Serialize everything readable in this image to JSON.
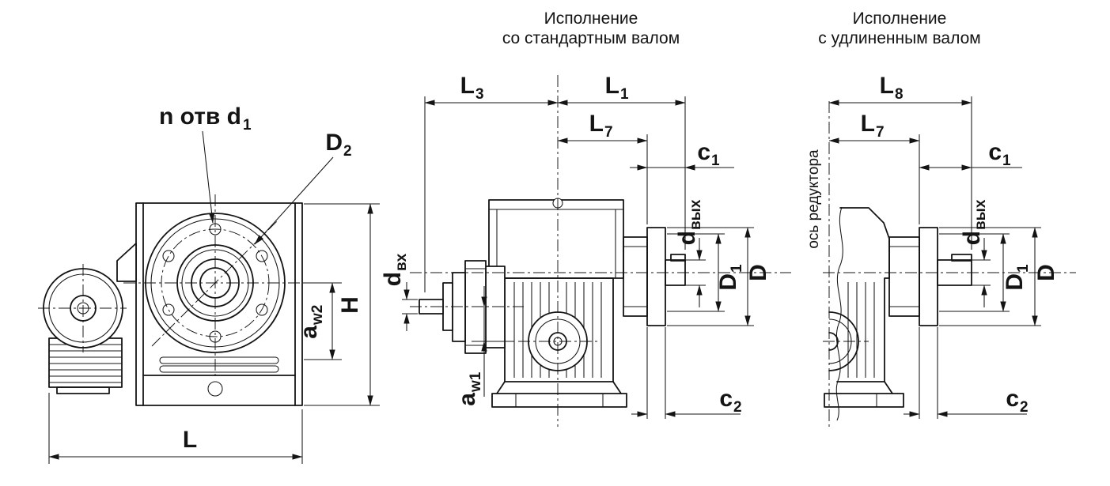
{
  "captions": {
    "standard": {
      "line1": "Исполнение",
      "line2": "со стандартным валом"
    },
    "extended": {
      "line1": "Исполнение",
      "line2": "с удлиненным валом"
    }
  },
  "labels": {
    "holes": {
      "base": "n отв d",
      "sub": "1"
    },
    "d2": {
      "base": "D",
      "sub": "2"
    },
    "aw2": {
      "base": "a",
      "sub": "w2"
    },
    "aw1": {
      "base": "a",
      "sub": "w1"
    },
    "h": "H",
    "l": "L",
    "l3": {
      "base": "L",
      "sub": "3"
    },
    "l1": {
      "base": "L",
      "sub": "1"
    },
    "l7": {
      "base": "L",
      "sub": "7"
    },
    "l8": {
      "base": "L",
      "sub": "8"
    },
    "c1": {
      "base": "c",
      "sub": "1"
    },
    "c2": {
      "base": "c",
      "sub": "2"
    },
    "d_out": {
      "base": "d",
      "sub": "вых"
    },
    "d_in": {
      "base": "d",
      "sub": "вх"
    },
    "d1": {
      "base": "D",
      "sub": "1"
    },
    "d_big": "D",
    "axis": "ось редуктора"
  },
  "colors": {
    "line": "#141414",
    "background": "#ffffff"
  }
}
